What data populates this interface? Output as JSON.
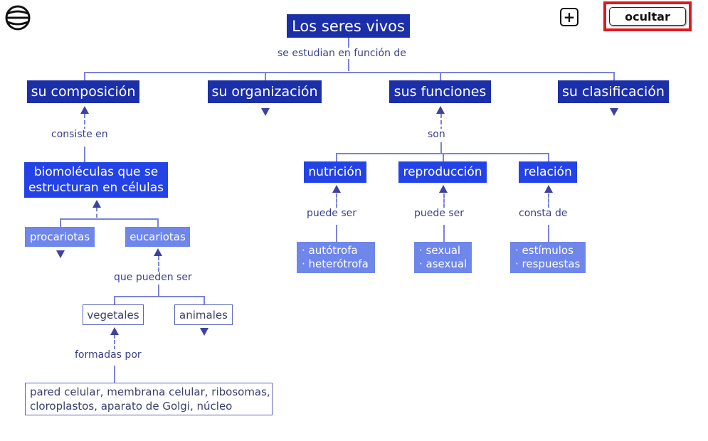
{
  "header": {
    "logo_icon": "globe-logo-icon",
    "add_label": "+",
    "hide_label": "ocultar"
  },
  "map": {
    "root": "Los seres vivos",
    "root_link": "se estudian en función de",
    "branches": [
      {
        "label": "su composición"
      },
      {
        "label": "su organización"
      },
      {
        "label": "sus funciones"
      },
      {
        "label": "su clasificación"
      }
    ],
    "composition": {
      "link": "consiste en",
      "node_line1": "biomoléculas que se",
      "node_line2": "estructuran en células",
      "types": [
        "procariotas",
        "eucariotas"
      ],
      "euk_link": "que pueden ser",
      "euk_types": [
        "vegetales",
        "animales"
      ],
      "veg_link": "formadas por",
      "veg_line1": "pared celular, membrana celular, ribosomas,",
      "veg_line2": "cloroplastos, aparato de Golgi, núcleo"
    },
    "functions": {
      "link": "son",
      "items": [
        {
          "label": "nutrición",
          "link": "puede ser",
          "list": [
            "· autótrofa",
            "· heterótrofa"
          ]
        },
        {
          "label": "reproducción",
          "link": "puede ser",
          "list": [
            "· sexual",
            "· asexual"
          ]
        },
        {
          "label": "relación",
          "link": "consta de",
          "list": [
            "· estímulos",
            "· respuestas"
          ]
        }
      ]
    }
  }
}
